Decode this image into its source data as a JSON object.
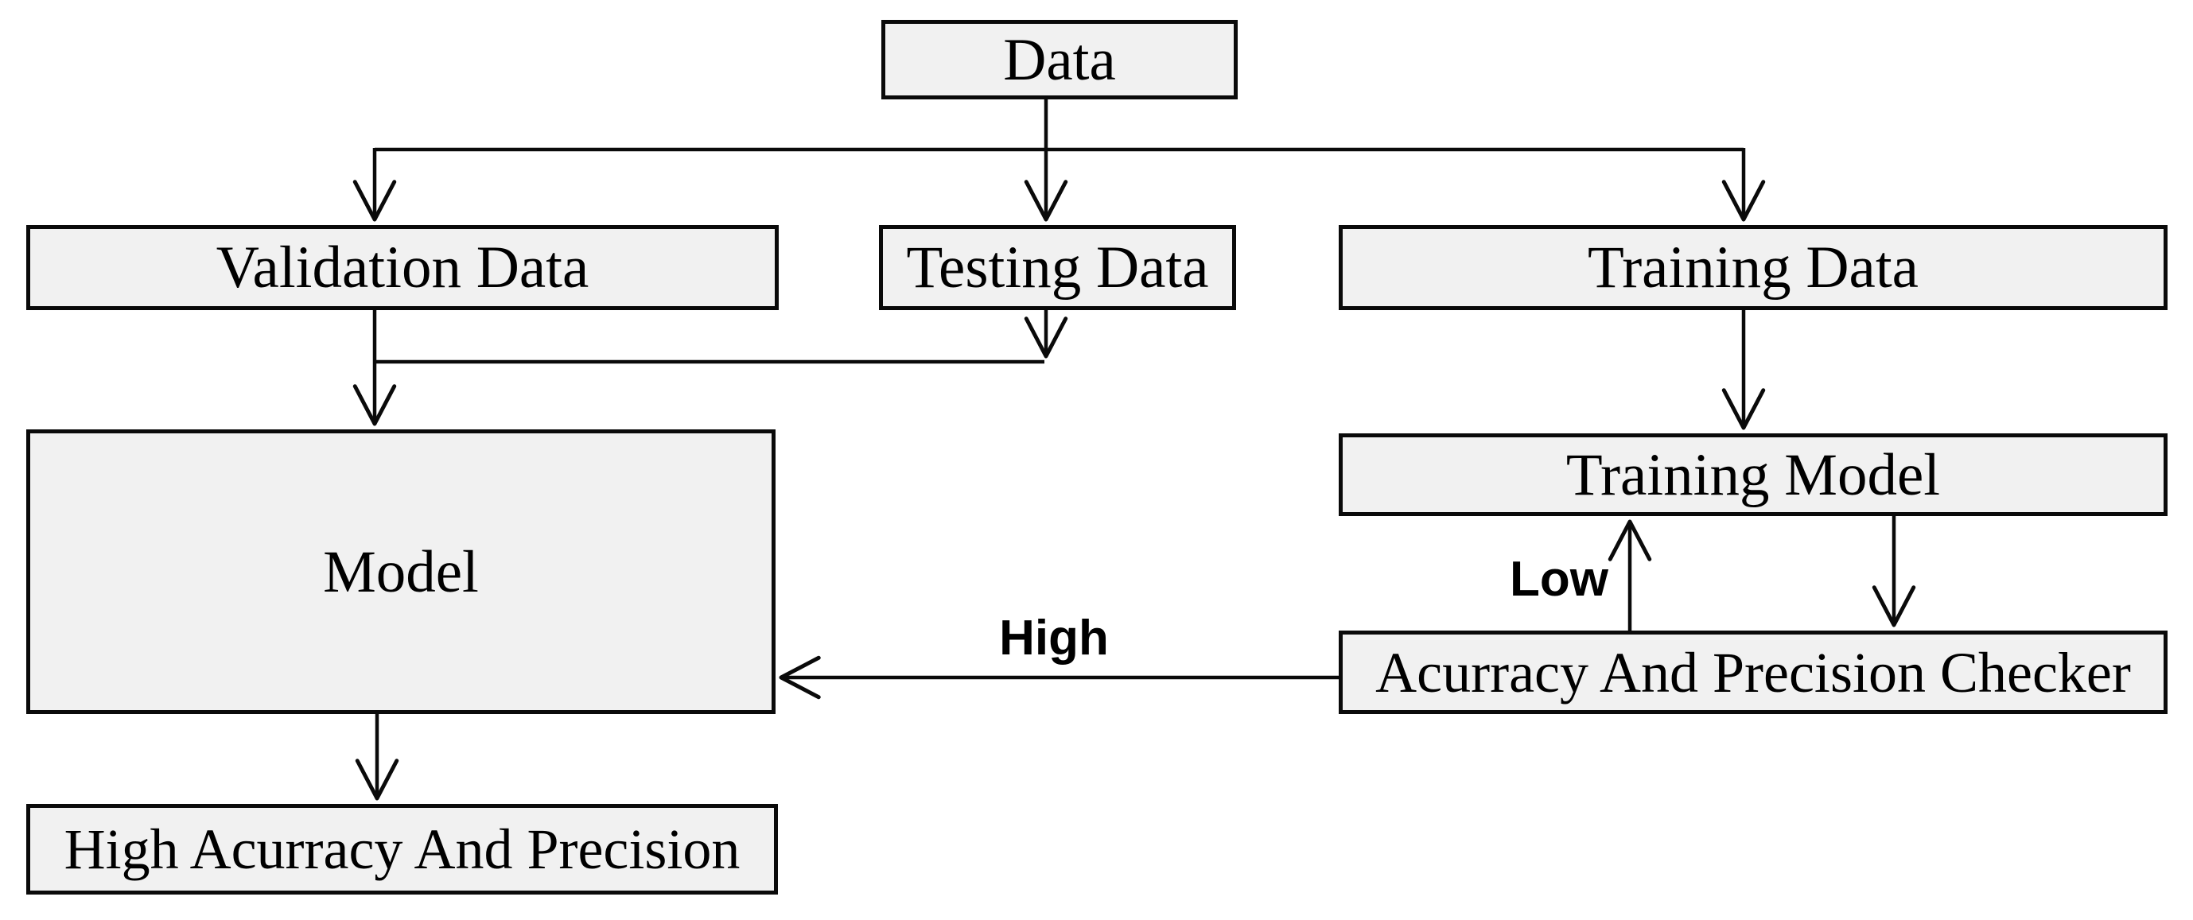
{
  "diagram": {
    "nodes": {
      "data": {
        "label": "Data"
      },
      "validation_data": {
        "label": "Validation Data"
      },
      "testing_data": {
        "label": "Testing Data"
      },
      "training_data": {
        "label": "Training Data"
      },
      "model": {
        "label": "Model"
      },
      "training_model": {
        "label": "Training Model"
      },
      "accuracy_checker": {
        "label": "Acurracy And Precision Checker"
      },
      "result": {
        "label": "High Acurracy And Precision"
      }
    },
    "edge_labels": {
      "low": "Low",
      "high": "High"
    },
    "edges": [
      {
        "from": "data",
        "to": "validation_data",
        "label": ""
      },
      {
        "from": "data",
        "to": "testing_data",
        "label": ""
      },
      {
        "from": "data",
        "to": "training_data",
        "label": ""
      },
      {
        "from": "validation_data",
        "to": "model",
        "label": ""
      },
      {
        "from": "testing_data",
        "to": "model",
        "label": ""
      },
      {
        "from": "training_data",
        "to": "training_model",
        "label": ""
      },
      {
        "from": "training_model",
        "to": "accuracy_checker",
        "label": ""
      },
      {
        "from": "accuracy_checker",
        "to": "training_model",
        "label": "Low"
      },
      {
        "from": "accuracy_checker",
        "to": "model",
        "label": "High"
      },
      {
        "from": "model",
        "to": "result",
        "label": ""
      }
    ],
    "colors": {
      "background": "#ffffff",
      "node_fill": "#f1f1f1",
      "node_border": "#0a0a0a",
      "arrow": "#0a0a0a",
      "text": "#000000"
    }
  }
}
